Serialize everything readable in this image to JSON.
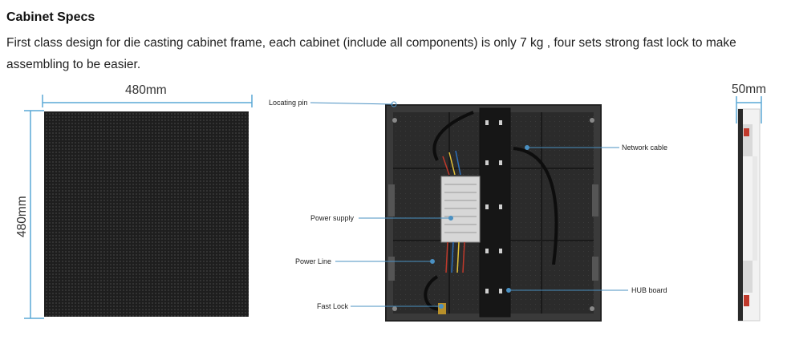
{
  "section": {
    "title": "Cabinet Specs",
    "description": "First class design for die casting cabinet frame, each cabinet (include all components) is only 7 kg , four sets strong fast lock to make assembling to be easier."
  },
  "front_view": {
    "width_label": "480mm",
    "height_label": "480mm"
  },
  "back_view": {
    "callouts": {
      "locating_pin": "Locating pin",
      "network_cable": "Network cable",
      "power_supply": "Power supply",
      "power_line": "Power Line",
      "hub_board": "HUB board",
      "fast_lock": "Fast Lock"
    }
  },
  "side_view": {
    "depth_label": "50mm"
  },
  "colors": {
    "dimension_line": "#5aa9d6",
    "callout_line": "#4a90c2",
    "panel_dark": "#1c1c1c"
  }
}
